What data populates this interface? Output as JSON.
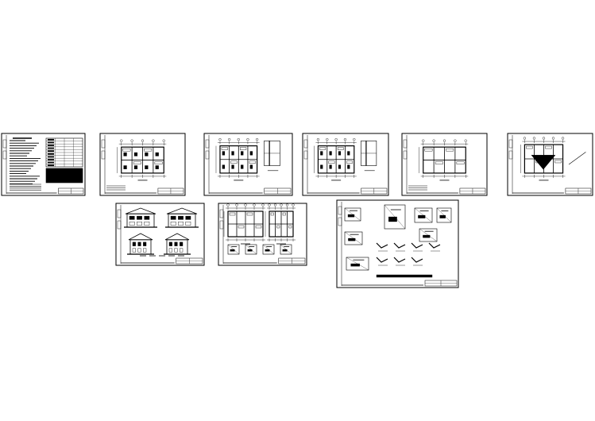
{
  "page": {
    "background": "#ffffff",
    "ink": "#000000"
  },
  "sheets": [
    {
      "id": "sheet-1",
      "kind": "notes"
    },
    {
      "id": "sheet-2",
      "kind": "plan"
    },
    {
      "id": "sheet-3",
      "kind": "plan-detail"
    },
    {
      "id": "sheet-4",
      "kind": "plan-detail"
    },
    {
      "id": "sheet-5",
      "kind": "plan"
    },
    {
      "id": "sheet-6",
      "kind": "roof-plan"
    },
    {
      "id": "sheet-7",
      "kind": "elevations"
    },
    {
      "id": "sheet-8",
      "kind": "sections"
    },
    {
      "id": "sheet-9",
      "kind": "details"
    }
  ]
}
